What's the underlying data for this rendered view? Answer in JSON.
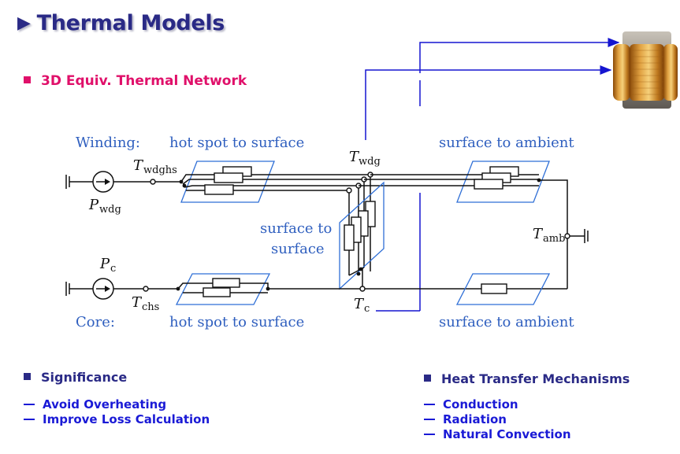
{
  "slide": {
    "title": "Thermal Models",
    "subtitle": "3D Equiv. Thermal Network"
  },
  "diagram": {
    "label_winding": "Winding:",
    "label_core": "Core:",
    "label_hs_surface_top": "hot spot to surface",
    "label_hs_surface_bottom": "hot spot to surface",
    "label_surf_amb_top": "surface to ambient",
    "label_surf_amb_bottom": "surface to ambient",
    "label_surf_surf_1": "surface to",
    "label_surf_surf_2": "surface",
    "nodes": {
      "t_wdghs": {
        "sym": "T",
        "sub": "wdghs"
      },
      "t_wdg": {
        "sym": "T",
        "sub": "wdg"
      },
      "t_amb": {
        "sym": "T",
        "sub": "amb"
      },
      "t_c": {
        "sym": "T",
        "sub": "c"
      },
      "t_chs": {
        "sym": "T",
        "sub": "chs"
      },
      "p_wdg": {
        "sym": "P",
        "sub": "wdg"
      },
      "p_c": {
        "sym": "P",
        "sub": "c"
      }
    },
    "colors": {
      "label": "#2f5fbf",
      "plane": "#2f6fd6",
      "arrow": "#1515d0",
      "wire": "#111111"
    }
  },
  "sections": {
    "significance": {
      "heading": "Significance",
      "items": [
        "Avoid Overheating",
        "Improve Loss Calculation"
      ]
    },
    "mechanisms": {
      "heading": "Heat Transfer Mechanisms",
      "items": [
        "Conduction",
        "Radiation",
        "Natural Convection"
      ]
    }
  },
  "colors": {
    "title": "#2a2a86",
    "subtitle": "#e0106a",
    "list": "#1a1ad6"
  },
  "icons": [
    "play-triangle-icon",
    "transformer-image"
  ]
}
